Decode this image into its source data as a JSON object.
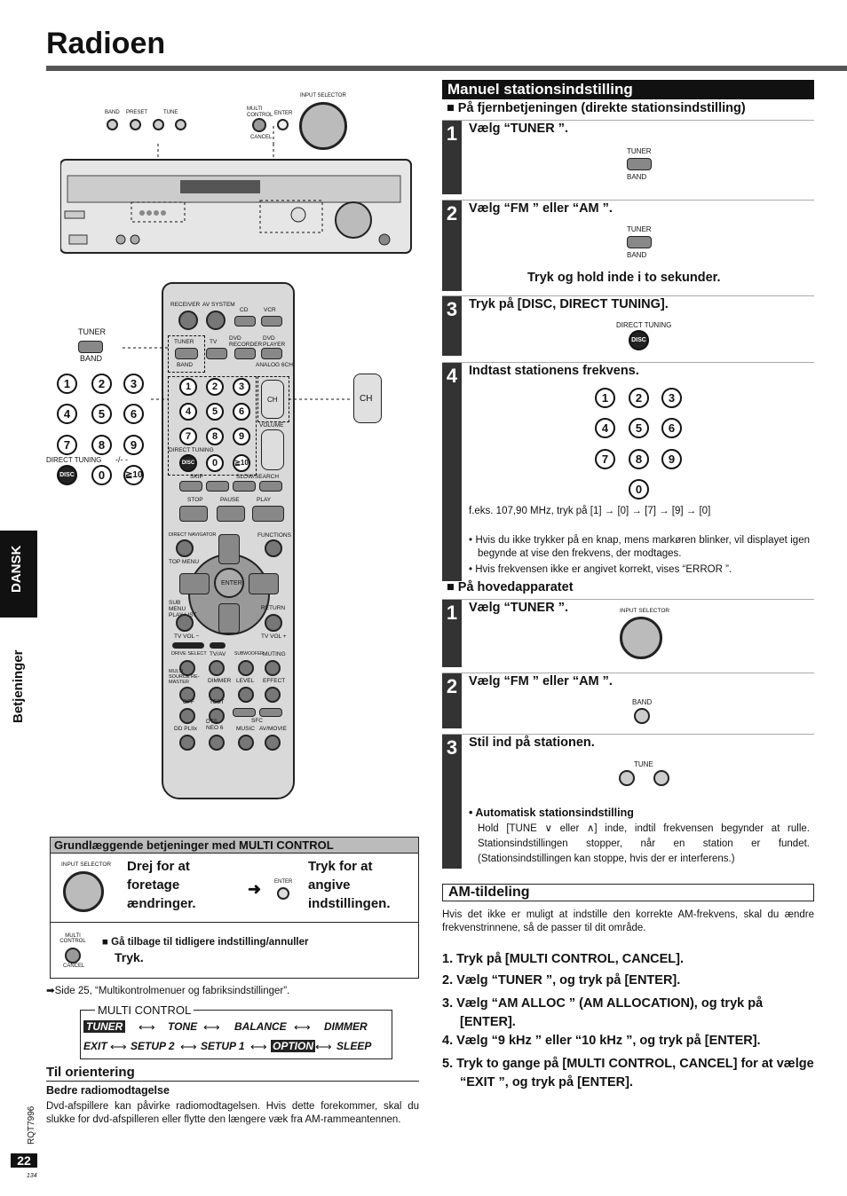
{
  "page": {
    "title": "Radioen",
    "side_tab": "DANSK",
    "side_label": "Betjeninger",
    "page_number": "22",
    "doc_code": "RQT7996",
    "footer_small": "134"
  },
  "device": {
    "top_labels": [
      "BAND",
      "PRESET",
      "TUNE",
      "MULTI CONTROL",
      "ENTER",
      "CANCEL",
      "INPUT SELECTOR"
    ]
  },
  "remote": {
    "labels": {
      "receiver": "RECEIVER",
      "av_system": "AV SYSTEM",
      "cd": "CD",
      "vcr": "VCR",
      "tuner": "TUNER",
      "tv": "TV",
      "dvd_recorder": "DVD RECORDER",
      "dvd_player": "DVD PLAYER",
      "band": "BAND",
      "analog": "ANALOG 6CH",
      "ch": "CH",
      "volume": "VOLUME",
      "direct_tuning": "DIRECT TUNING",
      "disc": "DISC",
      "skip": "SKIP",
      "slow_search": "SLOW/SEARCH",
      "stop": "STOP",
      "pause": "PAUSE",
      "play": "PLAY",
      "direct_navigator": "DIRECT NAVIGATOR",
      "functions": "FUNCTIONS",
      "top_menu": "TOP MENU",
      "enter": "ENTER",
      "sub_menu": "SUB MENU PLAY LIST",
      "return": "RETURN",
      "tv_vol_minus": "TV VOL −",
      "tv_vol_plus": "TV VOL +",
      "drive_select": "DRIVE SELECT",
      "tv_av": "TV/AV",
      "subwoofer": "SUBWOOFER",
      "muting": "MUTING",
      "re_master": "MULTI SOURCE RE-MASTER",
      "dimmer": "DIMMER",
      "level": "LEVEL",
      "effect": "EFFECT",
      "off": "OFF",
      "test": "TEST",
      "sfc": "SFC",
      "pl": "DD PLIIx",
      "neo": "DTS NEO 6",
      "music": "MUSIC",
      "av_movie": "AV/MOVIE"
    },
    "callout_tuner": "TUNER",
    "callout_band": "BAND",
    "callout_direct_tuning": "DIRECT TUNING",
    "callout_ch": "CH",
    "callout_plus10": "≧10",
    "callout_dash": "-/- -"
  },
  "multi_control_box": {
    "header": "Grundlæggende betjeninger med MULTI CONTROL",
    "input_selector": "INPUT SELECTOR",
    "turn_text": "Drej for at foretage ændringer.",
    "enter_label": "ENTER",
    "press_text": "Tryk for at angive indstillingen.",
    "cancel_label_top": "MULTI CONTROL",
    "cancel_label_bottom": "CANCEL",
    "back_text": "■ Gå tilbage til tidligere indstilling/annuller",
    "press": "Tryk.",
    "see_note": "➡Side 25, “Multikontrolmenuer og fabriksindstillinger”."
  },
  "multi_menu": {
    "title": "MULTI CONTROL",
    "row1": [
      "TUNER",
      "TONE",
      "BALANCE",
      "DIMMER"
    ],
    "row2": [
      "EXIT",
      "SETUP 2",
      "SETUP 1",
      "OPTION",
      "SLEEP"
    ]
  },
  "orientation": {
    "heading": "Til orientering",
    "subheading": "Bedre radiomodtagelse",
    "text": "Dvd-afspillere kan påvirke radiomodtagelsen. Hvis dette forekommer, skal du slukke for dvd-afspilleren eller flytte den længere væk fra AM-rammeantennen."
  },
  "manual": {
    "heading": "Manuel stationsindstilling",
    "remote_sub": "På fjernbetjeningen (direkte stationsindstilling)",
    "step1": "Vælg “TUNER ”.",
    "step1_btn_top": "TUNER",
    "step1_btn_bottom": "BAND",
    "step2": "Vælg “FM ” eller “AM ”.",
    "step2_hold": "Tryk og hold inde i to sekunder.",
    "step3": "Tryk på [DISC, DIRECT TUNING].",
    "step3_label": "DIRECT TUNING",
    "step3_disc": "DISC",
    "step4": "Indtast stationens frekvens.",
    "keys": [
      "1",
      "2",
      "3",
      "4",
      "5",
      "6",
      "7",
      "8",
      "9",
      "0"
    ],
    "example": "f.eks. 107,90 MHz, tryk på [1] → [0] → [7] → [9] → [0]",
    "bullet1": "Hvis du ikke trykker på en knap, mens markøren blinker, vil displayet igen begynde at vise den frekvens, der modtages.",
    "bullet2": "Hvis frekvensen ikke er angivet korrekt, vises “ERROR ”.",
    "main_sub": "På hovedapparatet",
    "m_step1": "Vælg “TUNER ”.",
    "m_step1_label": "INPUT SELECTOR",
    "m_step2": "Vælg “FM ” eller “AM ”.",
    "m_step2_label": "BAND",
    "m_step3": "Stil ind på stationen.",
    "m_step3_label": "TUNE",
    "auto_head": "• Automatisk stationsindstilling",
    "auto_text": "Hold [TUNE ∨ eller ∧] inde, indtil frekvensen begynder at rulle. Stationsindstillingen stopper, når en station er fundet. (Stationsindstillingen kan stoppe, hvis der er interferens.)"
  },
  "am": {
    "heading": "AM-tildeling",
    "intro": "Hvis det ikke er muligt at indstille den korrekte AM-frekvens, skal du ændre frekvenstrinnene, så de passer til dit område.",
    "steps": [
      "1. Tryk på [MULTI CONTROL, CANCEL].",
      "2.  Vælg “TUNER ”, og tryk på [ENTER].",
      "3.  Vælg “AM ALLOC ” (AM ALLOCATION), og tryk på [ENTER].",
      "4.  Vælg “9 kHz ” eller “10 kHz ”, og tryk på [ENTER].",
      "5.  Tryk to gange på [MULTI CONTROL, CANCEL] for at vælge “EXIT ”, og tryk på [ENTER]."
    ]
  }
}
